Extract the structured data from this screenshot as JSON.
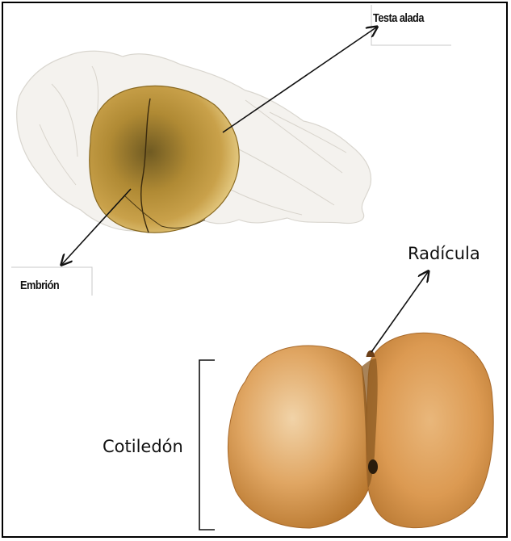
{
  "labels": {
    "testa_alada": "Testa alada",
    "embrion": "Embrión",
    "radicula": "Radícula",
    "cotiledon": "Cotiledón"
  },
  "colors": {
    "border": "#000000",
    "wing": "#f3f1ec",
    "seed_core": "#b08a34",
    "cotyledon": "#d99a57",
    "arrow": "#111111"
  }
}
